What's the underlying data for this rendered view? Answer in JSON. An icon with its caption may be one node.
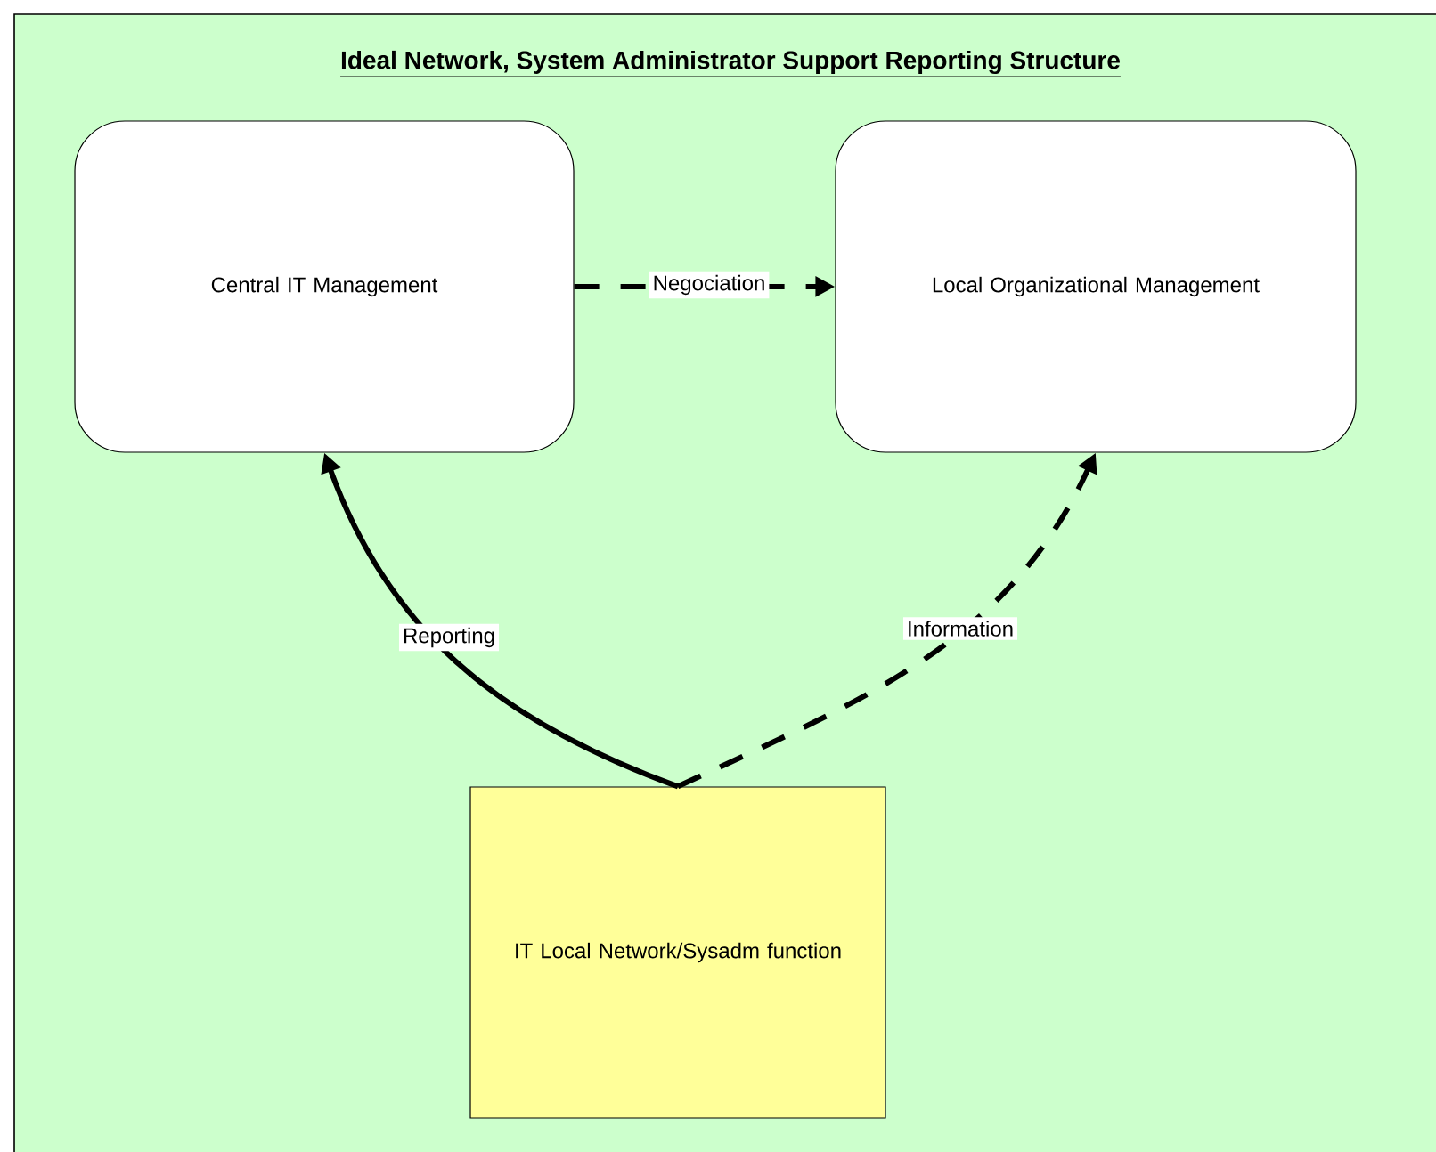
{
  "diagram": {
    "title": "Ideal Network, System Administrator Support Reporting Structure",
    "nodes": [
      {
        "text": [
          "Central IT Management"
        ]
      },
      {
        "text": [
          "Local Organizational Management"
        ]
      },
      {
        "text": [
          "IT Local Network/Sysadm function"
        ]
      }
    ],
    "edges": [
      {
        "from": 0,
        "to": 1,
        "arrow": "to",
        "label": "Negociation",
        "style": "dashed"
      },
      {
        "from": 2,
        "to": 0,
        "arrow": "to",
        "label": "Reporting"
      },
      {
        "from": 2,
        "to": 1,
        "arrow": "to",
        "label": "Information",
        "style": "dashed"
      }
    ]
  }
}
